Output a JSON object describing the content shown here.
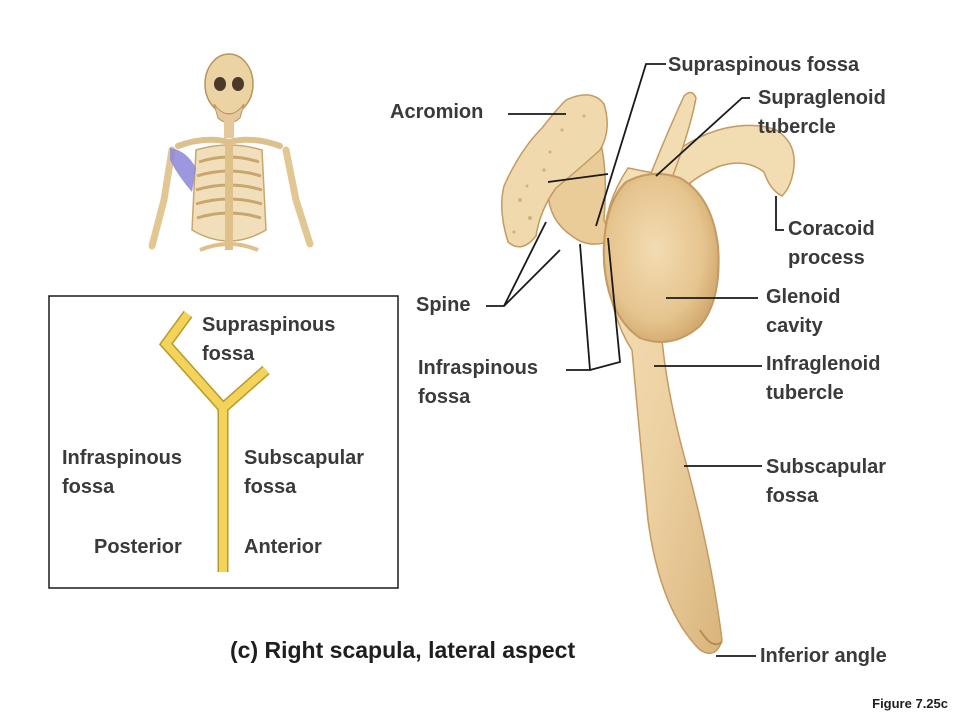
{
  "labels": {
    "supraspinous_fossa": "Supraspinous fossa",
    "supraglenoid_tubercle": [
      "Supraglenoid",
      "tubercle"
    ],
    "acromion": "Acromion",
    "coracoid_process": [
      "Coracoid",
      "process"
    ],
    "spine": "Spine",
    "glenoid_cavity": [
      "Glenoid",
      "cavity"
    ],
    "infraspinous_fossa": [
      "Infraspinous",
      "fossa"
    ],
    "infraglenoid_tubercle": [
      "Infraglenoid",
      "tubercle"
    ],
    "subscapular_fossa": [
      "Subscapular",
      "fossa"
    ],
    "inferior_angle": "Inferior angle"
  },
  "inset": {
    "supraspinous_fossa": [
      "Supraspinous",
      "fossa"
    ],
    "infraspinous_fossa": [
      "Infraspinous",
      "fossa"
    ],
    "subscapular_fossa": [
      "Subscapular",
      "fossa"
    ],
    "posterior": "Posterior",
    "anterior": "Anterior"
  },
  "caption": "(c) Right scapula, lateral aspect",
  "figure_number": "Figure 7.25c",
  "colors": {
    "bone": "#edd3a4",
    "bone_shadow": "#c9a36e",
    "leader_line": "#1a1a1a",
    "inset_y": "#f3d35a",
    "highlight": "#8c86d8",
    "text": "#3a3a3a"
  }
}
